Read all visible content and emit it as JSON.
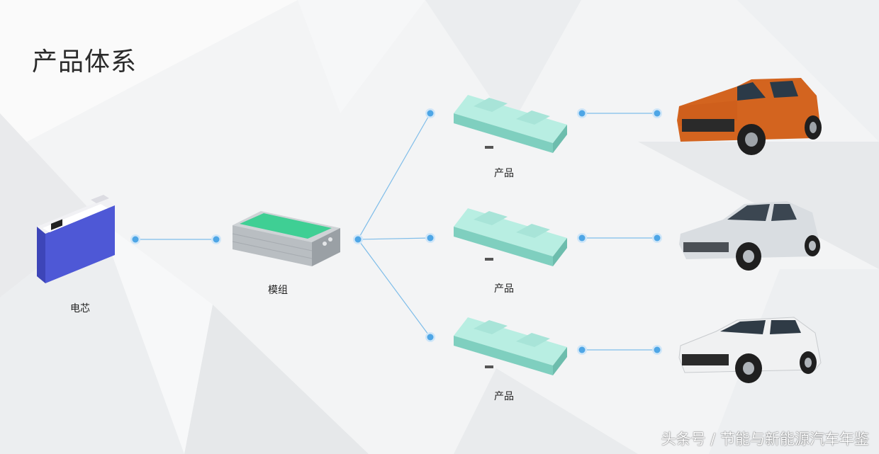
{
  "title": "产品体系",
  "nodes": {
    "cell": {
      "label": "电芯"
    },
    "module": {
      "label": "模组"
    },
    "packs": [
      {
        "label": "产品"
      },
      {
        "label": "产品"
      },
      {
        "label": "产品"
      }
    ],
    "vehicles": [
      {
        "body_color": "#d3641f"
      },
      {
        "body_color": "#d9dde1"
      },
      {
        "body_color": "#f0f1f2"
      }
    ]
  },
  "watermark": "头条号 / 节能与新能源汽车年鉴",
  "colors": {
    "connector": "#4ea6e6",
    "cell": "#4e58d6",
    "module_cells": "#3fcf94",
    "pack": "#9fe6d8"
  }
}
